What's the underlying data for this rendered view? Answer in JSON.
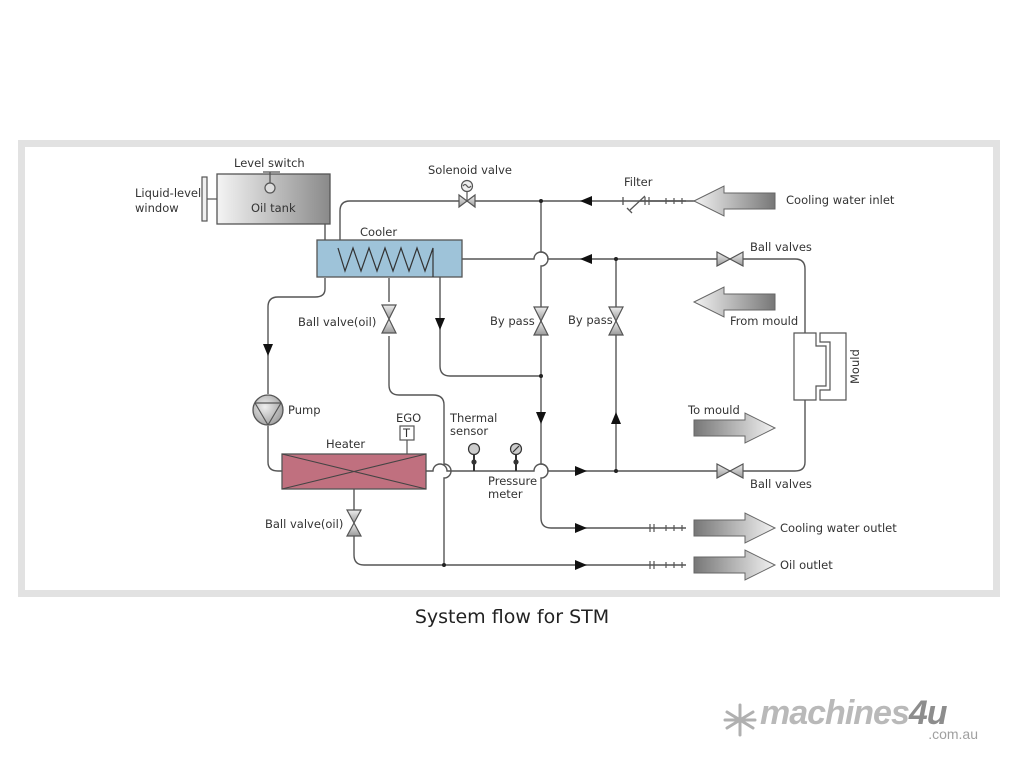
{
  "diagram": {
    "title": "System flow for STM",
    "components": {
      "oil_tank": "Oil tank",
      "level_switch": "Level switch",
      "liquid_level_window_line1": "Liquid-level",
      "liquid_level_window_line2": "window",
      "cooler": "Cooler",
      "solenoid_valve": "Solenoid valve",
      "filter": "Filter",
      "pump": "Pump",
      "heater": "Heater",
      "ego": "EGO",
      "ego_symbol": "T",
      "thermal_sensor_line1": "Thermal",
      "thermal_sensor_line2": "sensor",
      "pressure_meter_line1": "Pressure",
      "pressure_meter_line2": "meter",
      "ball_valve_oil_upper": "Ball valve(oil)",
      "ball_valve_oil_lower": "Ball valve(oil)",
      "by_pass_1": "By pass",
      "by_pass_2": "By pass",
      "ball_valves_upper": "Ball valves",
      "ball_valves_lower": "Ball valves",
      "mould": "Mould"
    },
    "flows": {
      "cooling_water_inlet": "Cooling water inlet",
      "from_mould": "From mould",
      "to_mould": "To mould",
      "cooling_water_outlet": "Cooling water outlet",
      "oil_outlet": "Oil outlet"
    },
    "colors": {
      "cooler_fill": "#9ec3d9",
      "heater_fill": "#c0707f",
      "line": "#555555",
      "frame": "#e2e2e2"
    }
  },
  "watermark": {
    "brand": "machines",
    "brand_accent": "4u",
    "domain": ".com.au"
  }
}
